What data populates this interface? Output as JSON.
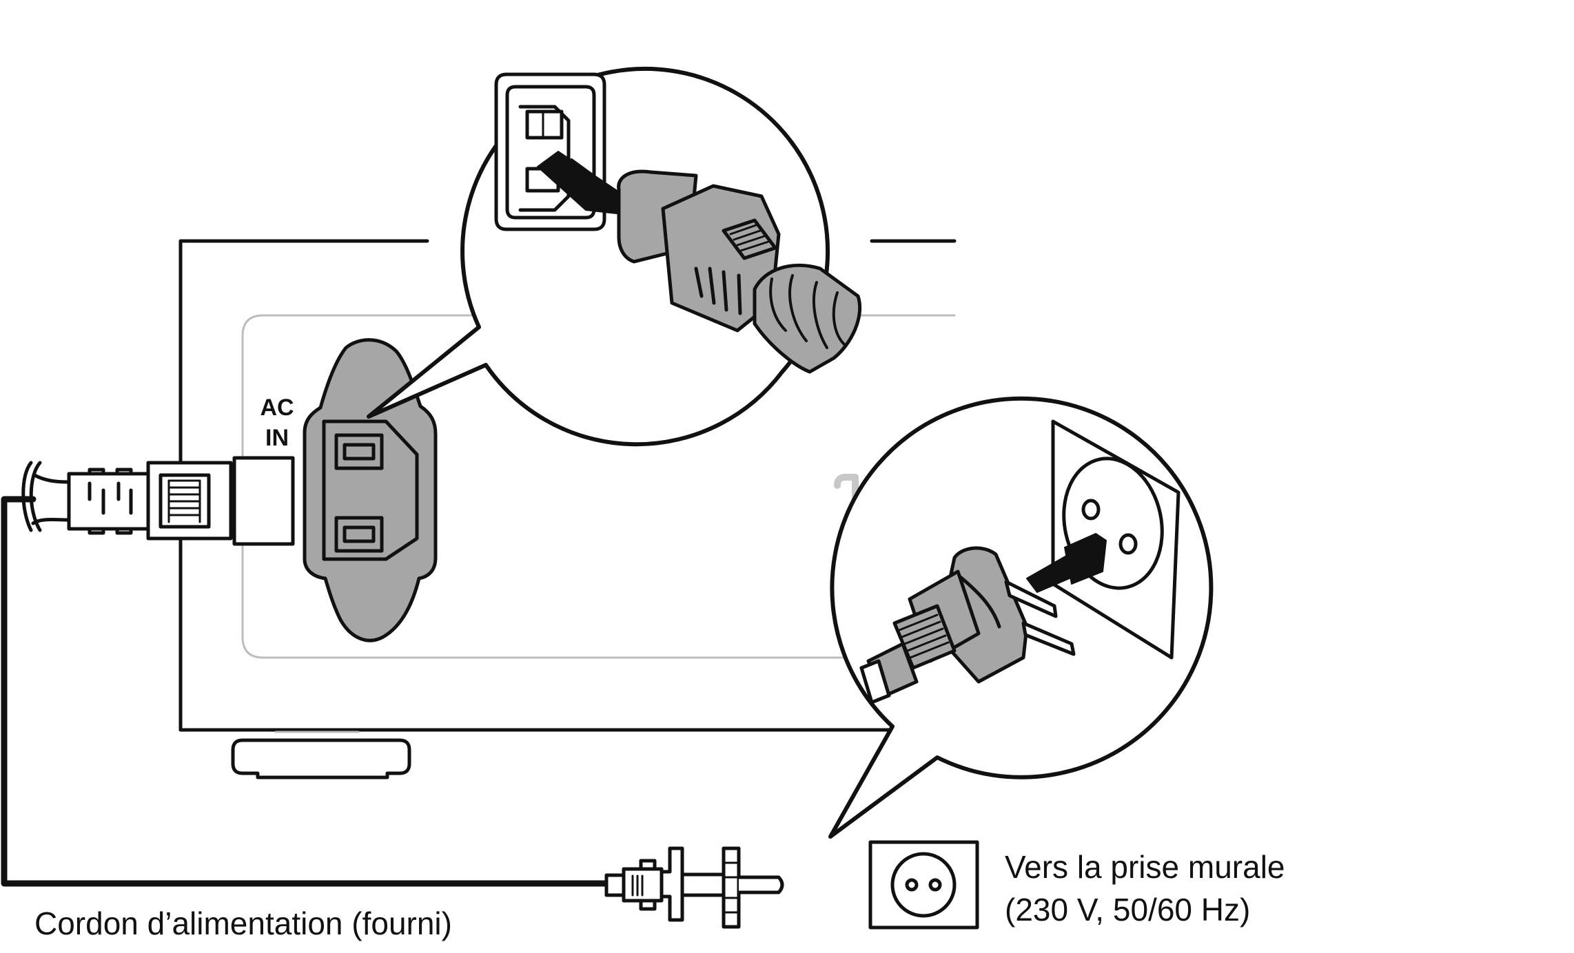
{
  "panel": {
    "ac_line1": "AC",
    "ac_line2": "IN"
  },
  "captions": {
    "power_cord": "Cordon d’alimentation (fourni)",
    "wall_outlet_line1": "Vers la prise murale",
    "wall_outlet_line2": "(230 V, 50/60 Hz)"
  },
  "colors": {
    "stroke": "#111111",
    "fill_gray": "#a6a6a6",
    "fill_light": "#c8c8c8",
    "panel_line": "#bdbdbd"
  }
}
